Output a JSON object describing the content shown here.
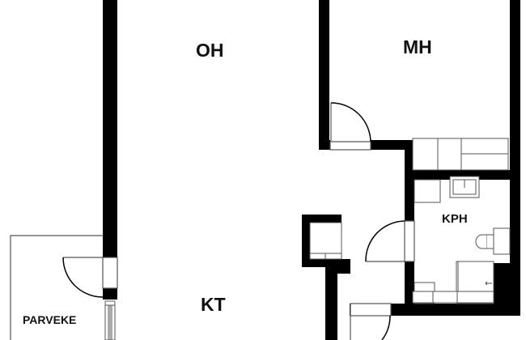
{
  "plan": {
    "type": "apartment floor plan",
    "colors": {
      "wall": "#000000",
      "line": "#555555",
      "background": "#ffffff",
      "text": "#111111"
    },
    "rooms": [
      {
        "id": "oh",
        "label": "OH"
      },
      {
        "id": "mh",
        "label": "MH"
      },
      {
        "id": "kph",
        "label": "KPH"
      },
      {
        "id": "kt",
        "label": "KT"
      },
      {
        "id": "parveke",
        "label": "PARVEKE"
      }
    ]
  }
}
